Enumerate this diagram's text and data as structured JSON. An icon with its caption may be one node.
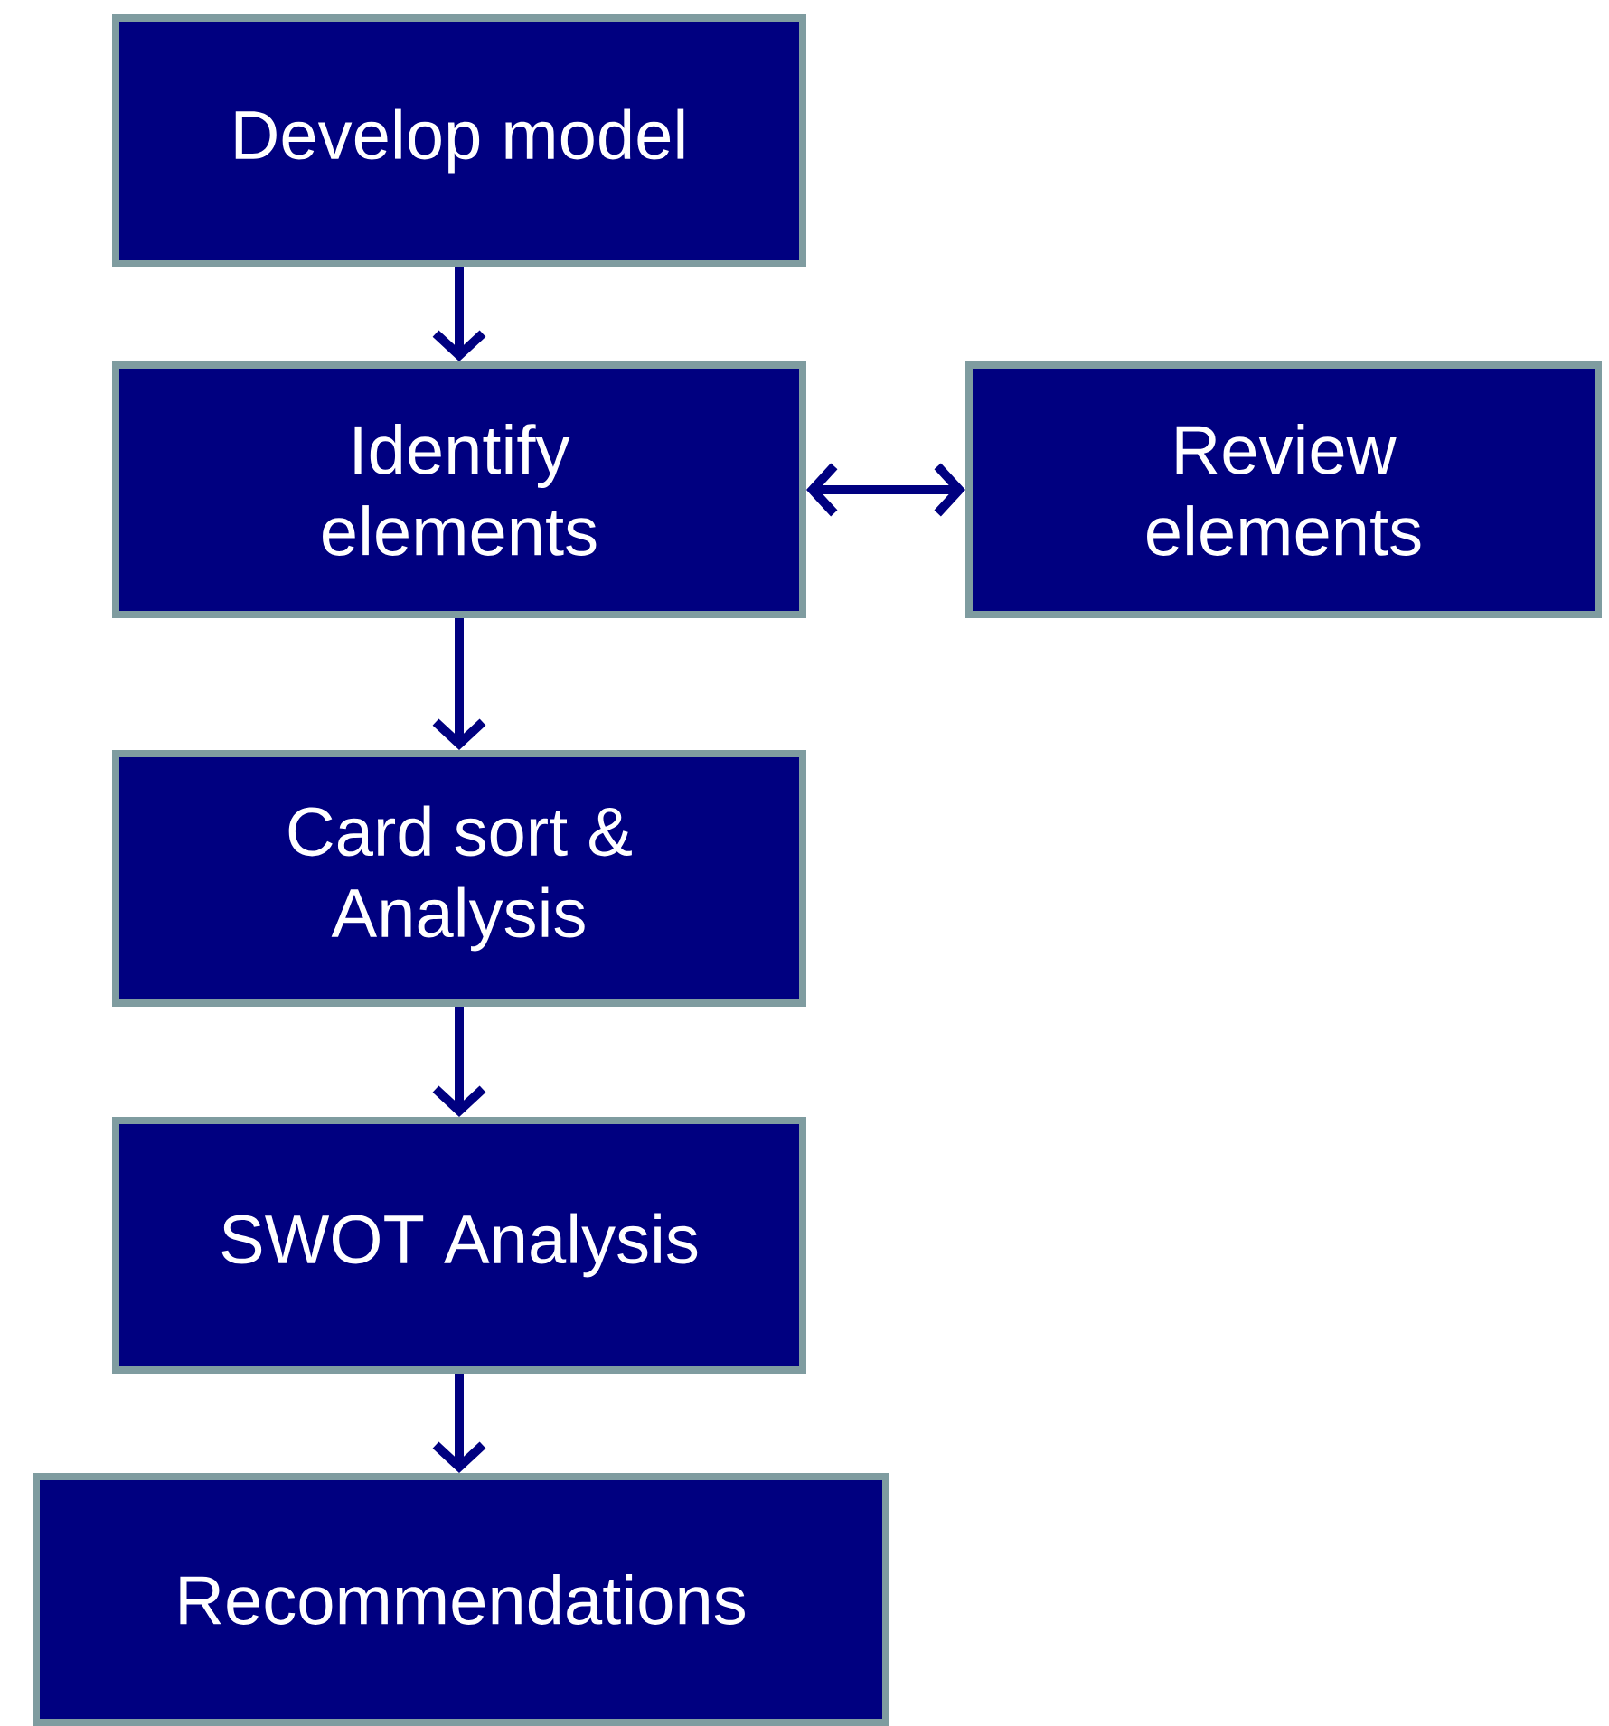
{
  "diagram": {
    "nodes": [
      {
        "text": [
          "Develop model"
        ]
      },
      {
        "text": [
          "Identify elements"
        ]
      },
      {
        "text": [
          "Review elements"
        ]
      },
      {
        "text": [
          "Card sort & Analysis"
        ]
      },
      {
        "text": [
          "SWOT Analysis"
        ]
      },
      {
        "text": [
          "Recommendations"
        ]
      }
    ],
    "edges": [
      {
        "from": 0,
        "to": 1,
        "arrow": "to"
      },
      {
        "from": 1,
        "to": 2,
        "arrow": "both"
      },
      {
        "from": 1,
        "to": 3,
        "arrow": "to"
      },
      {
        "from": 3,
        "to": 4,
        "arrow": "to"
      },
      {
        "from": 4,
        "to": 5,
        "arrow": "to"
      }
    ]
  }
}
